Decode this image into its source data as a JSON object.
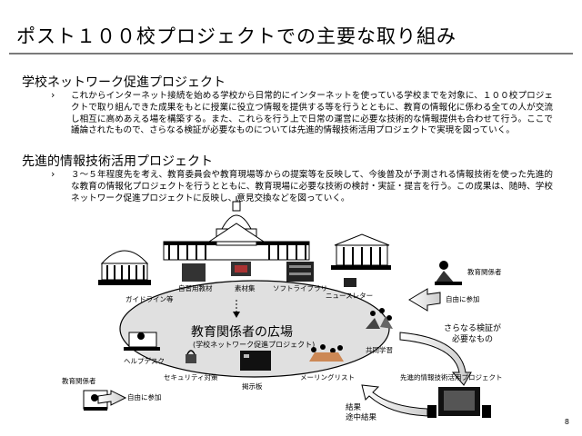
{
  "title": "ポスト１００校プロジェクトでの主要な取り組み",
  "section1": {
    "heading": "学校ネットワーク促進プロジェクト",
    "text": "これからインターネット接続を始める学校から日常的にインターネットを使っている学校までを対象に、１００校プロジェクトで取り組んできた成果をもとに授業に役立つ情報を提供する等を行うとともに、教育の情報化に係わる全ての人が交流し相互に高めあえる場を構築する。また、これらを行う上で日常の運営に必要な技術的な情報提供も合わせて行う。ここで議論されたもので、さらなる検証が必要なものについては先進的情報技術活用プロジェクトで実現を図っていく。"
  },
  "section2": {
    "heading": "先進的情報技術活用プロジェクト",
    "text": "３～５年程度先を考え、教育委員会や教育現場等からの提案等を反映して、今後普及が予測される情報技術を使った先進的な教育の情報化プロジェクトを行うとともに、教育現場に必要な技術の検討・実証・提言を行う。この成果は、随時、学校ネットワーク促進プロジェクトに反映し、意見交換などを図っていく。"
  },
  "diagram": {
    "center_title": "教育関係者の広場",
    "center_sub": "(学校ネットワーク促進プロジェクト)",
    "labels": {
      "guideline": "ガイドライン等",
      "materials": "自習用教材",
      "sozai": "素材集",
      "software": "ソフトライブラリ",
      "newsletter": "ニュースレター",
      "stakeholders_tr": "教育関係者",
      "join_tr": "自由に参加",
      "verify": "さらなる検証が\n必要なもの",
      "collab": "共同学習",
      "helpdesk": "ヘルプデスク",
      "security": "セキュリティ対策",
      "bbs": "掲示板",
      "mailinglist": "メーリングリスト",
      "advanced": "先進的情報技術活用プロジェクト",
      "stakeholders_bl": "教育関係者",
      "join_bl": "自由に参加",
      "result": "結果\n途中結果"
    }
  },
  "page_number": "8"
}
